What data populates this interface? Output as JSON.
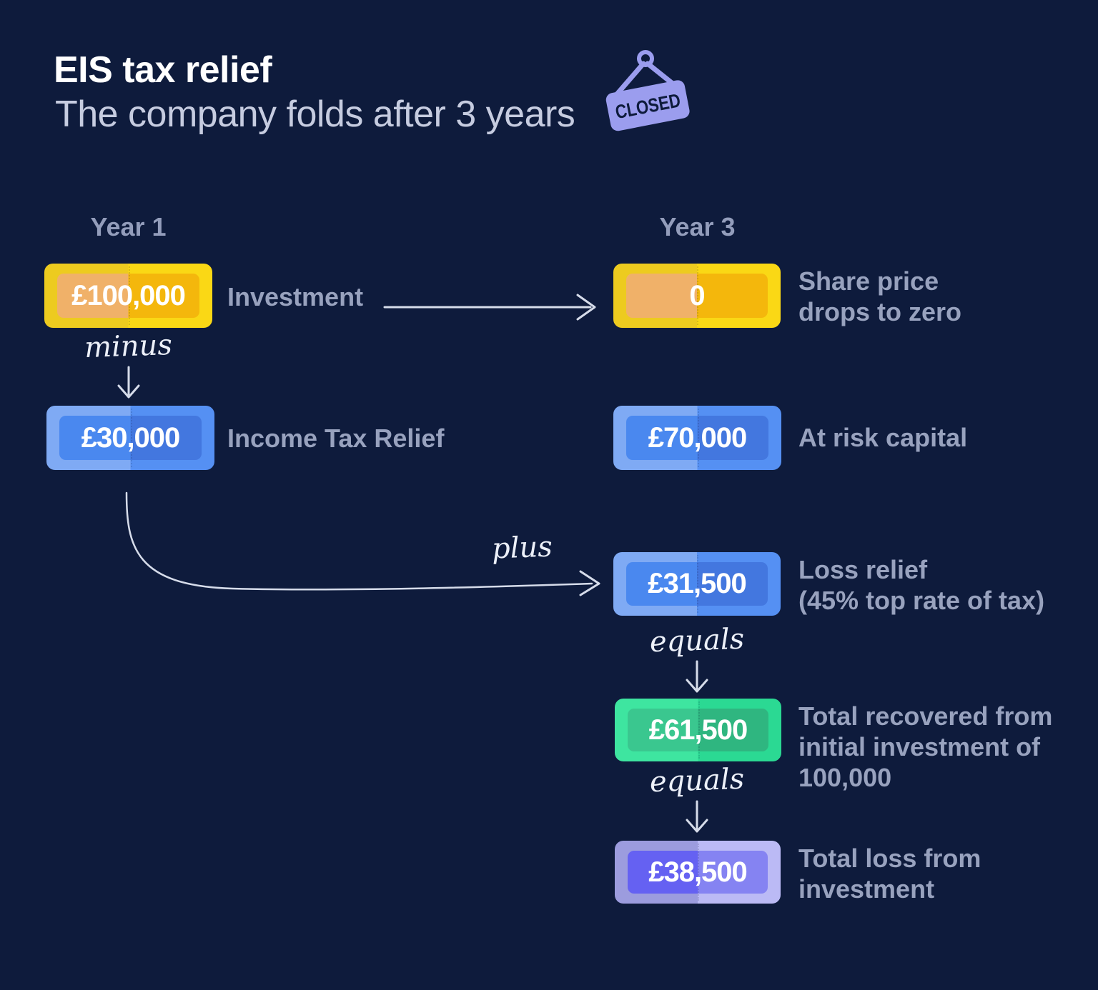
{
  "header": {
    "title": "EIS tax relief",
    "subtitle": "The company folds after 3 years"
  },
  "closed_sign": {
    "label": "CLOSED",
    "sign_color": "#9B9DEE",
    "text_color": "#0E1B3C"
  },
  "columns": [
    {
      "label": "Year 1"
    },
    {
      "label": "Year 3"
    }
  ],
  "notes": {
    "investment": {
      "amount": "£100,000",
      "label_lines": [
        "Investment"
      ],
      "colors": {
        "outer_left": "#EDCB1F",
        "outer_right": "#FAD815",
        "inner_left": "#F0B169",
        "inner_right": "#F4B70C"
      }
    },
    "share_price": {
      "amount": "0",
      "label_lines": [
        "Share price",
        "drops to zero"
      ],
      "colors": {
        "outer_left": "#EDCB1F",
        "outer_right": "#FAD815",
        "inner_left": "#F0B169",
        "inner_right": "#F4B70C"
      }
    },
    "income_tax_relief": {
      "amount": "£30,000",
      "label_lines": [
        "Income Tax Relief"
      ],
      "colors": {
        "outer_left": "#7FAAF4",
        "outer_right": "#5590F3",
        "inner_left": "#4A88EF",
        "inner_right": "#4377DF"
      }
    },
    "at_risk": {
      "amount": "£70,000",
      "label_lines": [
        "At risk capital"
      ],
      "colors": {
        "outer_left": "#7FAAF4",
        "outer_right": "#5590F3",
        "inner_left": "#4A88EF",
        "inner_right": "#4377DF"
      }
    },
    "loss_relief": {
      "amount": "£31,500",
      "label_lines": [
        "Loss relief",
        "(45% top rate of tax)"
      ],
      "colors": {
        "outer_left": "#7FAAF4",
        "outer_right": "#5590F3",
        "inner_left": "#4A88EF",
        "inner_right": "#4377DF"
      }
    },
    "total_recovered": {
      "amount": "£61,500",
      "label_lines": [
        "Total recovered from",
        "initial investment of",
        "100,000"
      ],
      "colors": {
        "outer_left": "#3EE5A0",
        "outer_right": "#2BD993",
        "inner_left": "#3AC78F",
        "inner_right": "#2FB680"
      }
    },
    "total_loss": {
      "amount": "£38,500",
      "label_lines": [
        "Total loss from",
        "investment"
      ],
      "colors": {
        "outer_left": "#9C9CDE",
        "outer_right": "#BBBAF5",
        "inner_left": "#6561F2",
        "inner_right": "#8583F2"
      }
    }
  },
  "operators": {
    "minus": "minus",
    "plus": "plus",
    "equals_1": "equals",
    "equals_2": "equals"
  },
  "palette": {
    "background": "#0E1B3C",
    "label_text": "#98A2BE",
    "year_text": "#939DBB",
    "arrow": "#D6DCEA",
    "amount_text": "#FFFFFF"
  }
}
